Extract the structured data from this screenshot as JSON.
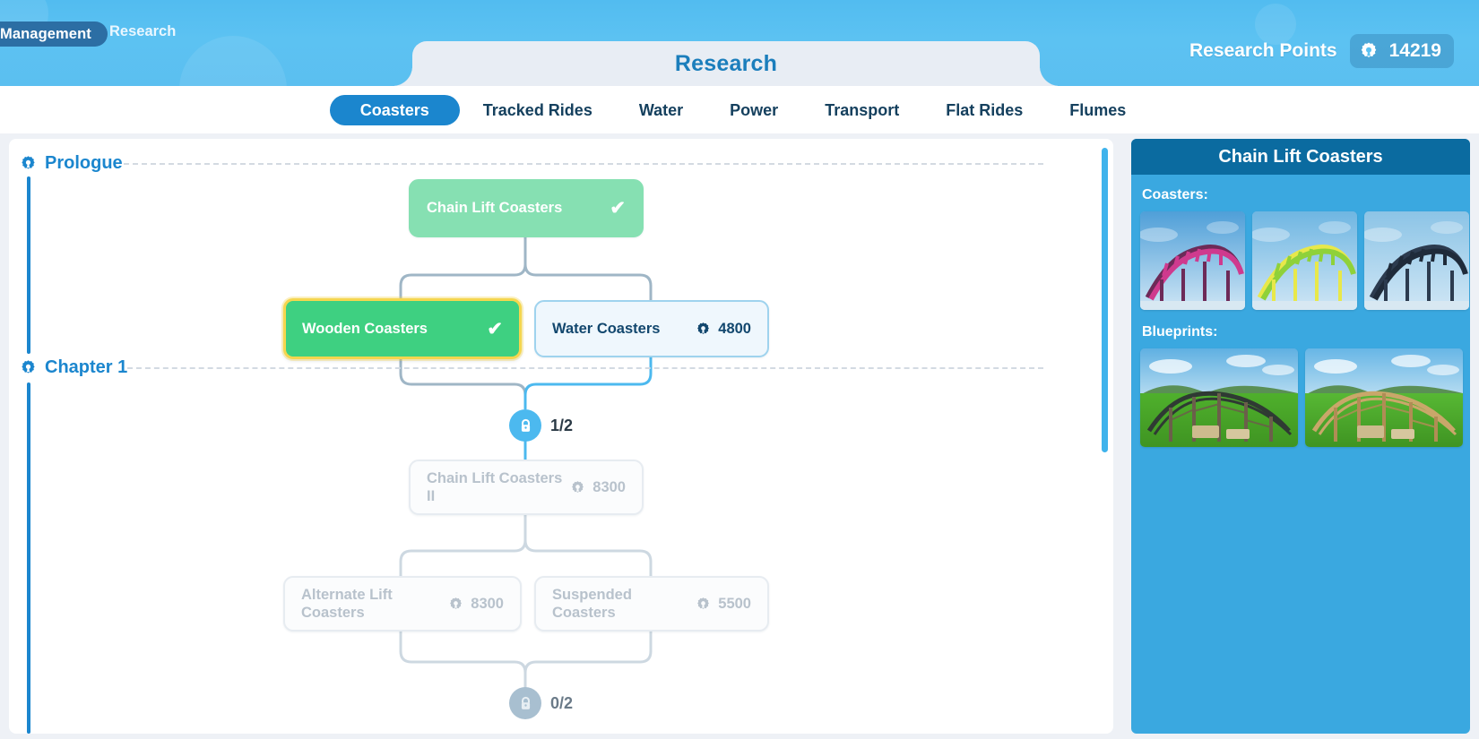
{
  "topbar": {
    "nav_pill_label": "Management",
    "nav_link_label": "Research",
    "title": "Research",
    "research_points_label": "Research Points",
    "research_points_value": "14219",
    "research_points_icon": "gear-icon",
    "colors": {
      "bar": "#5cc2f2",
      "pill": "#2c6ea4",
      "title": "#1b7ebc"
    }
  },
  "tabs": [
    {
      "label": "Coasters",
      "active": true
    },
    {
      "label": "Tracked Rides",
      "active": false
    },
    {
      "label": "Water",
      "active": false
    },
    {
      "label": "Power",
      "active": false
    },
    {
      "label": "Transport",
      "active": false
    },
    {
      "label": "Flat Rides",
      "active": false
    },
    {
      "label": "Flumes",
      "active": false
    }
  ],
  "tree": {
    "chapters": [
      {
        "name": "Prologue",
        "icon": "gear-icon"
      },
      {
        "name": "Chapter 1",
        "icon": "gear-icon"
      }
    ],
    "nodes": [
      {
        "id": "chain-lift-coasters",
        "label": "Chain Lift Coasters",
        "state": "researched",
        "selected": false,
        "cost": null,
        "check": "✔"
      },
      {
        "id": "wooden-coasters",
        "label": "Wooden Coasters",
        "state": "researched",
        "selected": true,
        "cost": null,
        "check": "✔"
      },
      {
        "id": "water-coasters",
        "label": "Water Coasters",
        "state": "available",
        "selected": false,
        "cost": "4800",
        "check": null
      },
      {
        "id": "chain-lift-coasters-ii",
        "label": "Chain Lift Coasters II",
        "state": "locked",
        "selected": false,
        "cost": "8300",
        "check": null
      },
      {
        "id": "alternate-lift-coasters",
        "label": "Alternate Lift Coasters",
        "state": "locked",
        "selected": false,
        "cost": "8300",
        "check": null
      },
      {
        "id": "suspended-coasters",
        "label": "Suspended Coasters",
        "state": "locked",
        "selected": false,
        "cost": "5500",
        "check": null
      }
    ],
    "gates": [
      {
        "id": "gate-1",
        "progress": "1/2",
        "unlocked": true,
        "icon": "lock-icon"
      },
      {
        "id": "gate-2",
        "progress": "0/2",
        "unlocked": false,
        "icon": "lock-icon"
      }
    ]
  },
  "sidebar": {
    "title": "Chain Lift Coasters",
    "sections": [
      {
        "label": "Coasters:",
        "kind": "coaster",
        "items": [
          {
            "name": "coaster-thumb-magenta",
            "sky": "#4f9fd8",
            "track": "#cf3a8e",
            "support": "#6d2a58"
          },
          {
            "name": "coaster-thumb-green",
            "sky": "#6fb6e2",
            "track": "#8fd13a",
            "support": "#e8e84a"
          },
          {
            "name": "coaster-thumb-dark",
            "sky": "#8cc4e6",
            "track": "#1f2b3a",
            "support": "#2c3b4f"
          }
        ]
      },
      {
        "label": "Blueprints:",
        "kind": "blueprint",
        "items": [
          {
            "name": "blueprint-thumb-dark-woodie",
            "sky": "#5fb0e2",
            "ground": "#4fb02c",
            "track": "#2f3a33",
            "support": "#6b5f4a"
          },
          {
            "name": "blueprint-thumb-light-woodie",
            "sky": "#67b6e6",
            "ground": "#57b834",
            "track": "#c9a76a",
            "support": "#b08d55"
          }
        ]
      }
    ]
  },
  "scrollbar": {
    "name": "tree-scrollbar",
    "color": "#3fb3ec"
  }
}
